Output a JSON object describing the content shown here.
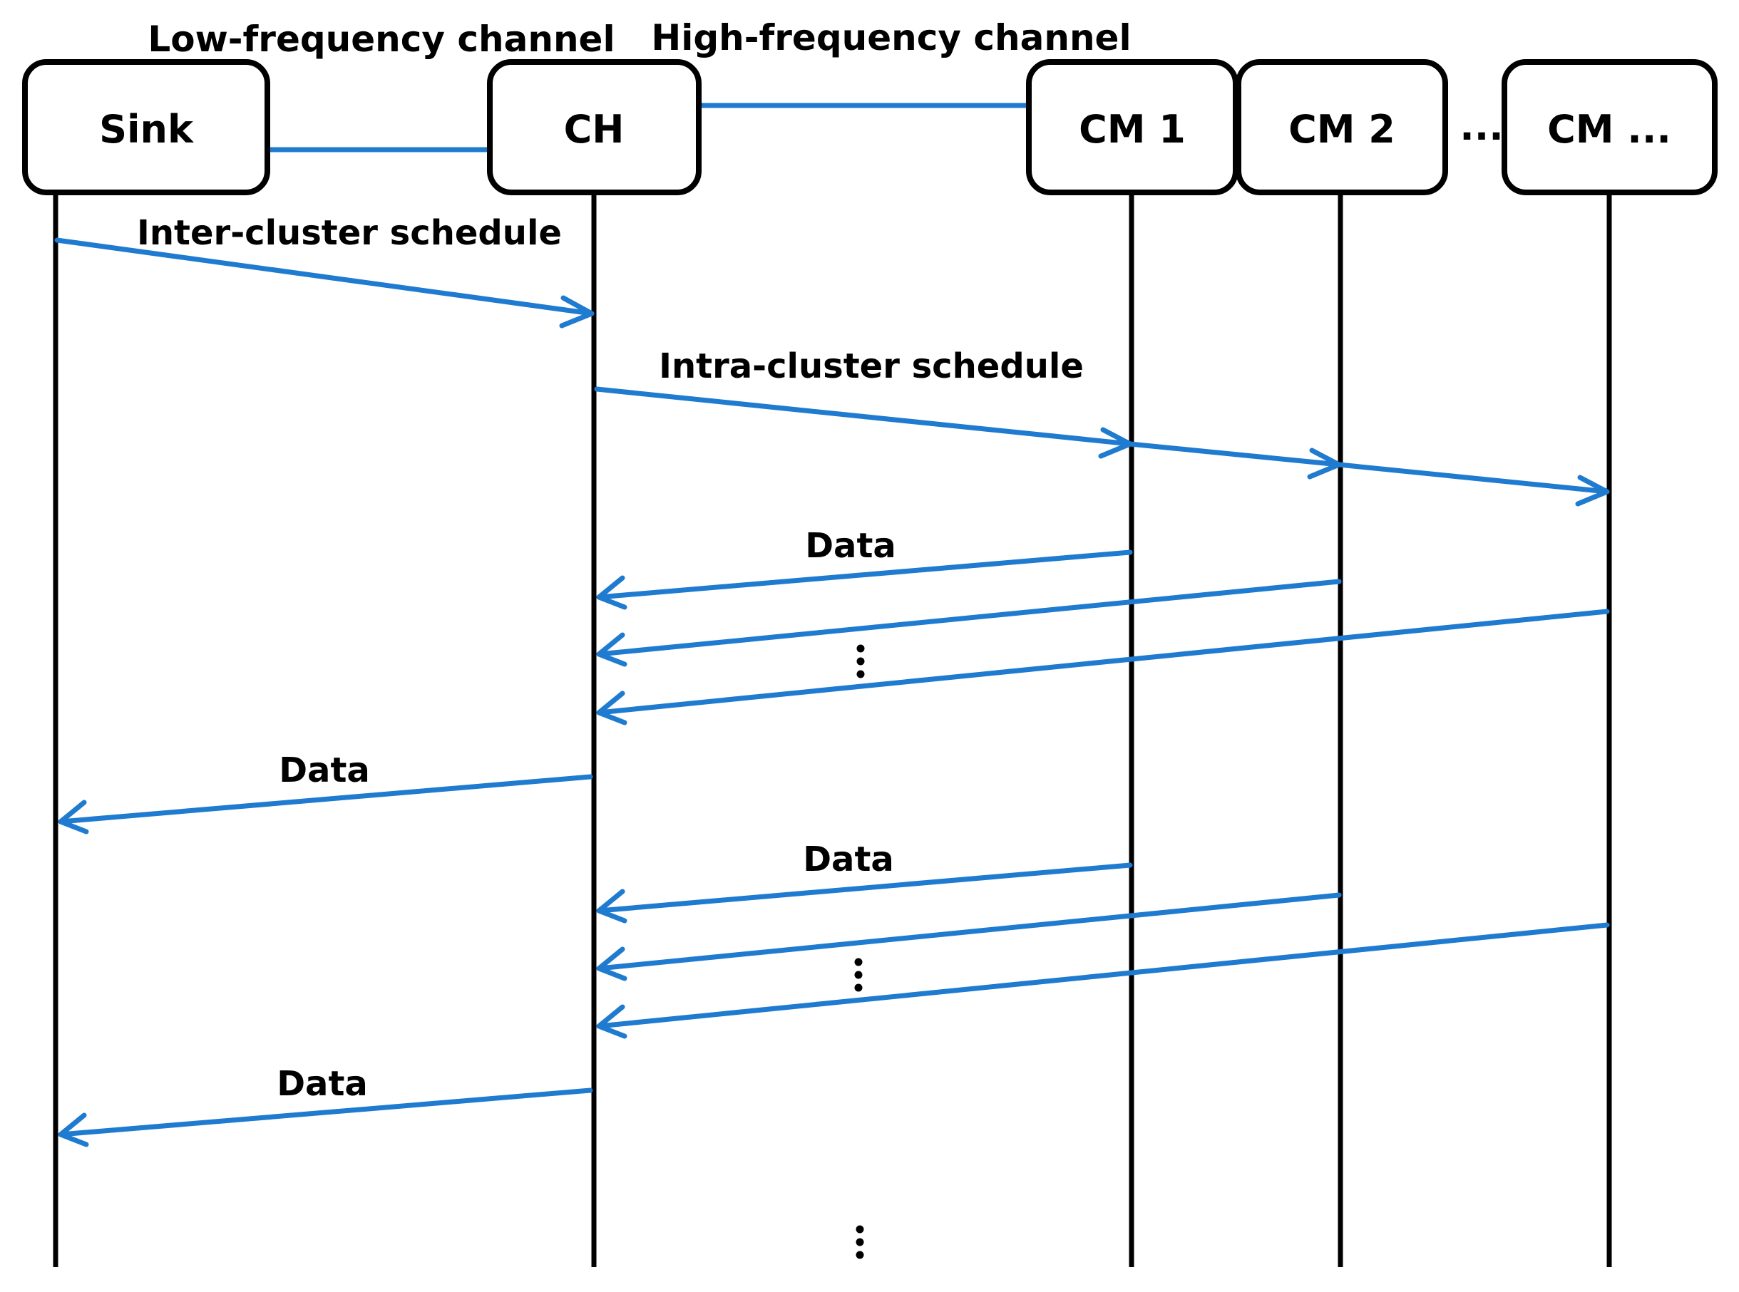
{
  "colors": {
    "arrow": "#1f7bd0",
    "outline": "#000000",
    "background": "#ffffff"
  },
  "channels": {
    "low": "Low-frequency channel",
    "high": "High-frequency channel"
  },
  "nodes": {
    "sink": "Sink",
    "ch": "CH",
    "cm1": "CM 1",
    "cm2": "CM 2",
    "cm_more": "CM ...",
    "between_ellipsis": "..."
  },
  "messages": {
    "inter_schedule": "Inter-cluster schedule",
    "intra_schedule": "Intra-cluster schedule",
    "data_1": "Data",
    "data_2": "Data",
    "data_3": "Data",
    "data_4": "Data"
  }
}
